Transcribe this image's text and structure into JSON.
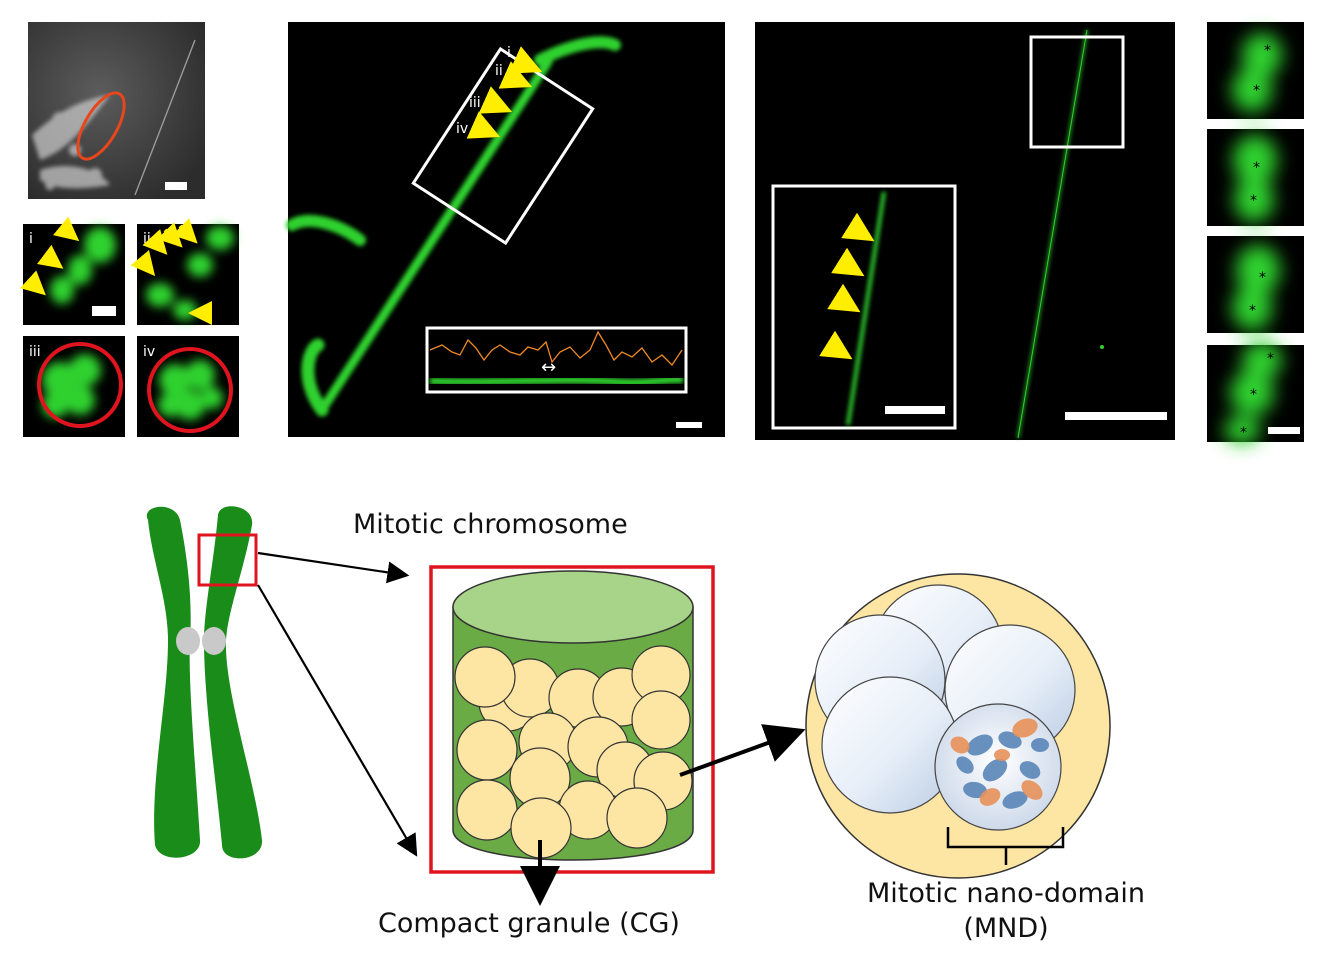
{
  "micrographs": {
    "roman_labels": [
      "i",
      "ii",
      "iii",
      "iv"
    ],
    "profile_marker": "↔",
    "dot_marker": "*"
  },
  "schematic": {
    "mitotic_chromosome_label": "Mitotic chromosome",
    "compact_granule_label": "Compact granule (CG)",
    "mnd_label_line1": "Mitotic nano-domain",
    "mnd_label_line2": "(MND)"
  },
  "colors": {
    "fluorescence_green": "#2fd12f",
    "arrow_yellow": "#ffee00",
    "highlight_red": "#e0141e",
    "profile_orange": "#f08a24",
    "chromosome_green": "#1a8c1a",
    "cylinder_green": "#6aab45",
    "granule_yellow": "#fde6a4",
    "domain_blue": "#5a86b8",
    "domain_orange": "#e8925a"
  }
}
